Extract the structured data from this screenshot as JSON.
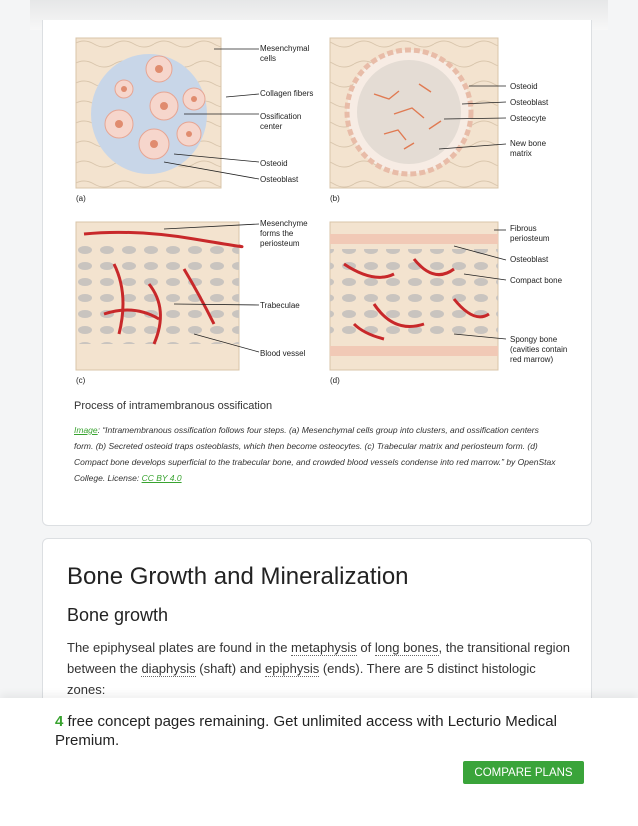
{
  "figure": {
    "panel_a": {
      "tag": "(a)",
      "labels": [
        "Mesenchymal",
        "cells",
        "Collagen fibers",
        "Ossification",
        "center",
        "Osteoid",
        "Osteoblast"
      ]
    },
    "panel_b": {
      "tag": "(b)",
      "labels": [
        "Osteoid",
        "Osteoblast",
        "Osteocyte",
        "New bone",
        "matrix"
      ]
    },
    "panel_c": {
      "tag": "(c)",
      "labels": [
        "Mesenchyme",
        "forms the",
        "periosteum",
        "Trabeculae",
        "Blood vessel"
      ]
    },
    "panel_d": {
      "tag": "(d)",
      "labels": [
        "Fibrous",
        "periosteum",
        "Osteoblast",
        "Compact bone",
        "Spongy bone",
        "(cavities contain",
        "red marrow)"
      ]
    }
  },
  "caption": {
    "title": "Process of intramembranous ossification",
    "image_link": "Image",
    "text": ": “Intramembranous ossification follows four steps. (a) Mesenchymal cells group into clusters, and ossification centers form. (b) Secreted osteoid traps osteoblasts, which then become osteocytes. (c) Trabecular matrix and periosteum form. (d) Compact bone develops superficial to the trabecular bone, and crowded blood vessels condense into red marrow.” by OpenStax College. License: ",
    "license_link": "CC BY 4.0"
  },
  "section": {
    "title": "Bone Growth and Mineralization",
    "subtitle": "Bone growth",
    "paragraph": {
      "p1": "The epiphyseal plates are found in the ",
      "link1": "metaphysis",
      "p2": " of ",
      "link2": "long bones",
      "p3": ", the transitional region between the ",
      "link3": "diaphysis",
      "p4": " (shaft) and ",
      "link4": "epiphysis",
      "p5": " (ends). There are 5 distinct histologic zones:"
    }
  },
  "footer": {
    "count": "4",
    "message": " free concept pages remaining. Get unlimited access with Lecturio Medical Premium.",
    "button_label": "COMPARE PLANS"
  },
  "colors": {
    "accent_green": "#3aa43a",
    "bone_tissue": "#f3e3cf",
    "vessel_red": "#c8282a"
  }
}
